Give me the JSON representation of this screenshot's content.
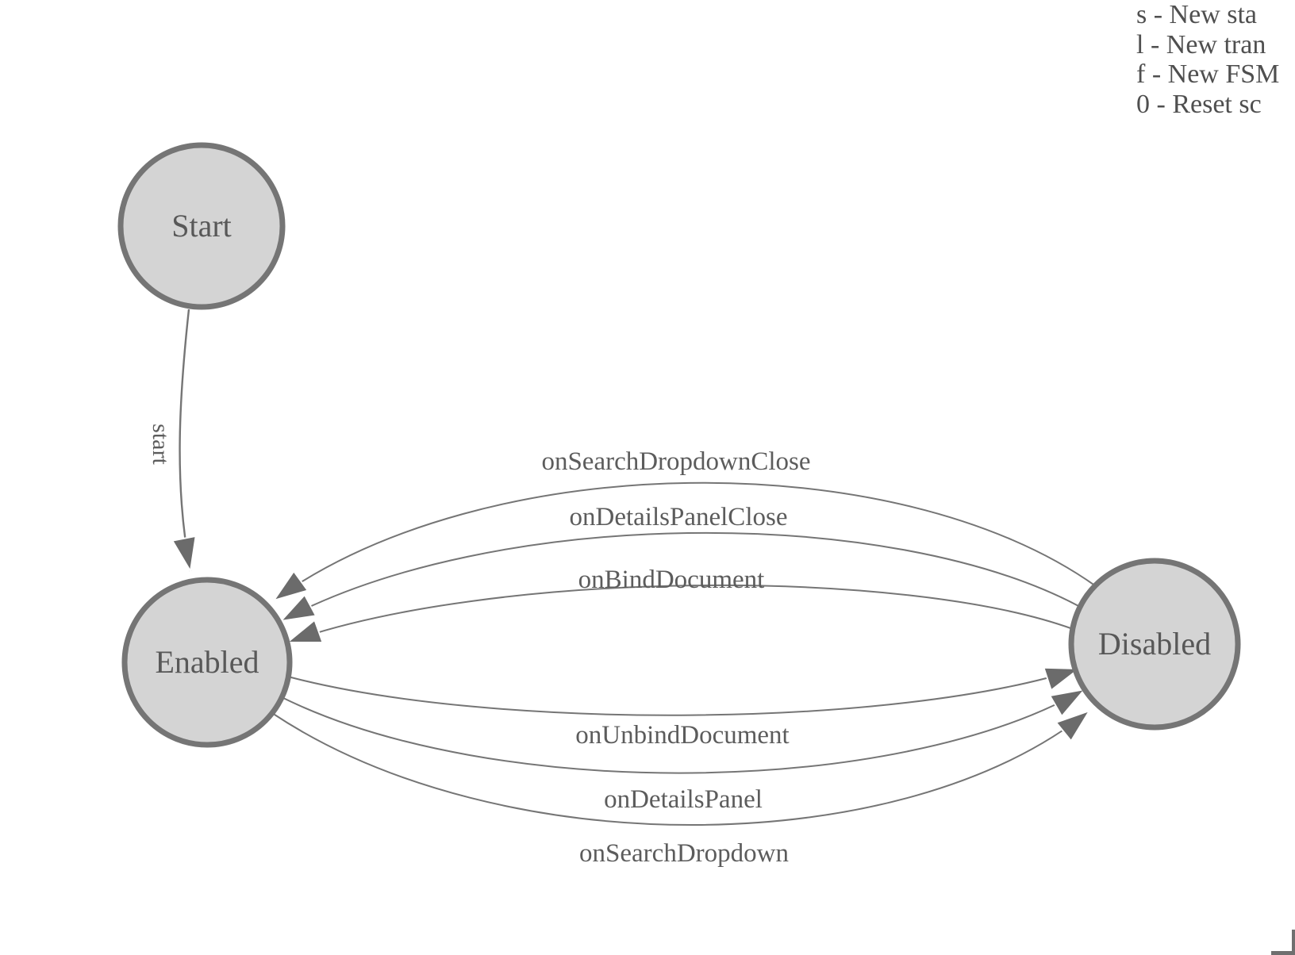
{
  "diagram": {
    "type": "finite-state-machine",
    "states": [
      {
        "id": "start",
        "label": "Start"
      },
      {
        "id": "enabled",
        "label": "Enabled"
      },
      {
        "id": "disabled",
        "label": "Disabled"
      }
    ],
    "transitions": [
      {
        "label": "start",
        "from": "Start",
        "to": "Enabled"
      },
      {
        "label": "onSearchDropdownClose",
        "from": "Disabled",
        "to": "Enabled"
      },
      {
        "label": "onDetailsPanelClose",
        "from": "Disabled",
        "to": "Enabled"
      },
      {
        "label": "onBindDocument",
        "from": "Disabled",
        "to": "Enabled"
      },
      {
        "label": "onUnbindDocument",
        "from": "Enabled",
        "to": "Disabled"
      },
      {
        "label": "onDetailsPanel",
        "from": "Enabled",
        "to": "Disabled"
      },
      {
        "label": "onSearchDropdown",
        "from": "Enabled",
        "to": "Disabled"
      }
    ]
  },
  "legend": {
    "lines": [
      "s - New sta",
      "l - New tran",
      "f - New FSM",
      "0 - Reset sc"
    ]
  },
  "colors": {
    "background": "#ffffff",
    "node_fill": "#d4d4d4",
    "node_stroke": "#757575",
    "edge_stroke": "#757575",
    "arrowhead": "#6b6b6b",
    "node_text": "#585858",
    "edge_text": "#5c5c5c",
    "legend_text": "#4f4f4f"
  }
}
